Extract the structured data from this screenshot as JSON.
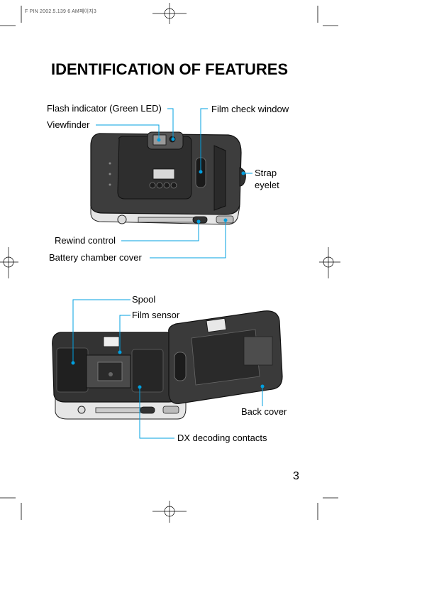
{
  "header": {
    "print_info": "F PIN  2002.5.139 6 AM페이지3"
  },
  "page": {
    "title": "IDENTIFICATION OF FEATURES",
    "number": "3"
  },
  "labels": {
    "flash_indicator": "Flash indicator (Green LED)",
    "viewfinder": "Viewfinder",
    "film_check_window": "Film check window",
    "strap_eyelet_line1": "Strap",
    "strap_eyelet_line2": "eyelet",
    "rewind_control": "Rewind control",
    "battery_chamber_cover": "Battery chamber cover",
    "spool": "Spool",
    "film_sensor": "Film sensor",
    "back_cover": "Back cover",
    "dx_decoding_contacts": "DX decoding contacts"
  },
  "colors": {
    "callout_line": "#00a0e0",
    "callout_dot": "#00a0e0",
    "camera_body": "#3a3a3a"
  }
}
